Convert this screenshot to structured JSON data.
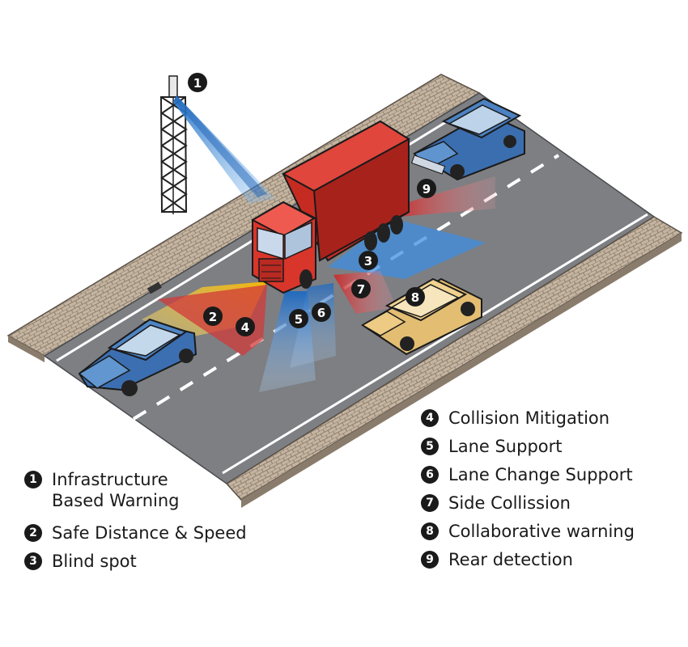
{
  "badges": [
    "1",
    "2",
    "3",
    "4",
    "5",
    "6",
    "7",
    "8",
    "9"
  ],
  "legend_left": [
    {
      "num": "1",
      "label": "Infrastructure",
      "label2": "Based Warning"
    },
    {
      "num": "2",
      "label": "Safe Distance & Speed"
    },
    {
      "num": "3",
      "label": "Blind spot"
    }
  ],
  "legend_right": [
    {
      "num": "4",
      "label": "Collision Mitigation"
    },
    {
      "num": "5",
      "label": "Lane Support"
    },
    {
      "num": "6",
      "label": "Lane Change Support"
    },
    {
      "num": "7",
      "label": "Side Collission"
    },
    {
      "num": "8",
      "label": "Collaborative warning"
    },
    {
      "num": "9",
      "label": "Rear detection"
    }
  ],
  "colors": {
    "road": "#7b7d80",
    "sidewalk": "#b9aa96",
    "truck_cab": "#d9322a",
    "truck_box": "#c8281f",
    "car_blue": "#3d6fb0",
    "car_yellow": "#e7c277",
    "beam_blue": "#3b8fd6",
    "beam_red": "#d23a3a",
    "beam_yellow": "#f2c21a"
  }
}
